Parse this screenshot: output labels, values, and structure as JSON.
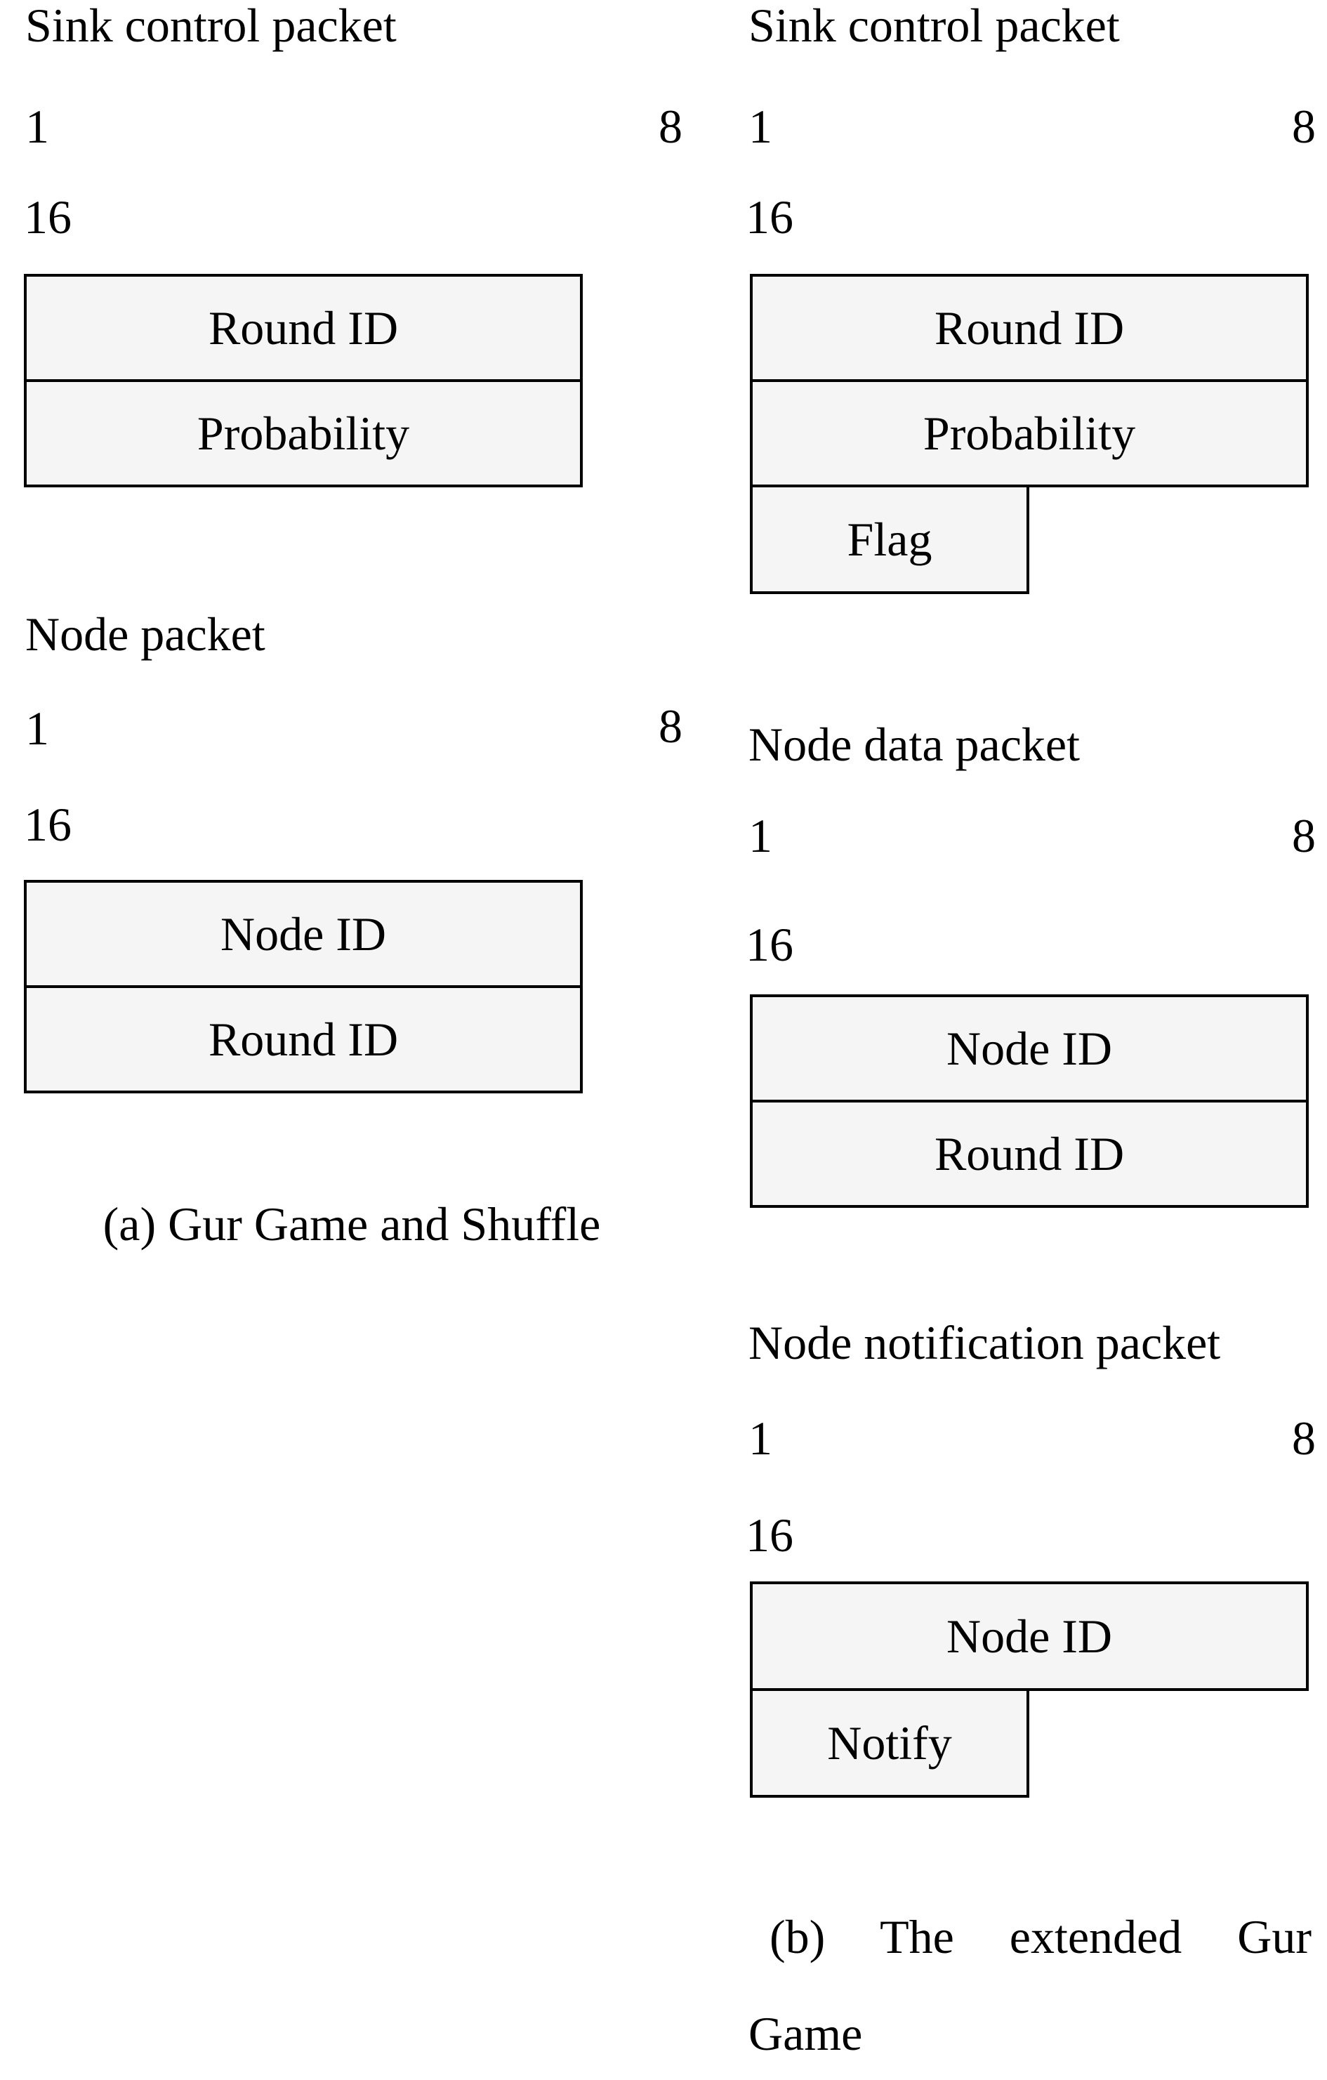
{
  "colors": {
    "background": "#ffffff",
    "box_fill": "#f5f5f5",
    "box_border": "#000000",
    "text": "#000000"
  },
  "figure_a": {
    "caption": "(a) Gur Game and Shuffle",
    "packets": [
      {
        "title": "Sink control packet",
        "bit_labels": {
          "first": "1",
          "last": "8",
          "row2": "16"
        },
        "fields": [
          "Round ID",
          "Probability"
        ]
      },
      {
        "title": "Node packet",
        "bit_labels": {
          "first": "1",
          "last": "8",
          "row2": "16"
        },
        "fields": [
          "Node ID",
          "Round ID"
        ]
      }
    ]
  },
  "figure_b": {
    "caption_line1": "(b) The extended Gur",
    "caption_line2": "Game",
    "packets": [
      {
        "title": "Sink control packet",
        "bit_labels": {
          "first": "1",
          "last": "8",
          "row2": "16"
        },
        "fields": [
          "Round ID",
          "Probability"
        ],
        "half_field": "Flag"
      },
      {
        "title": "Node data packet",
        "bit_labels": {
          "first": "1",
          "last": "8",
          "row2": "16"
        },
        "fields": [
          "Node ID",
          "Round ID"
        ]
      },
      {
        "title": "Node notification packet",
        "bit_labels": {
          "first": "1",
          "last": "8",
          "row2": "16"
        },
        "fields": [
          "Node ID"
        ],
        "half_field": "Notify"
      }
    ]
  }
}
